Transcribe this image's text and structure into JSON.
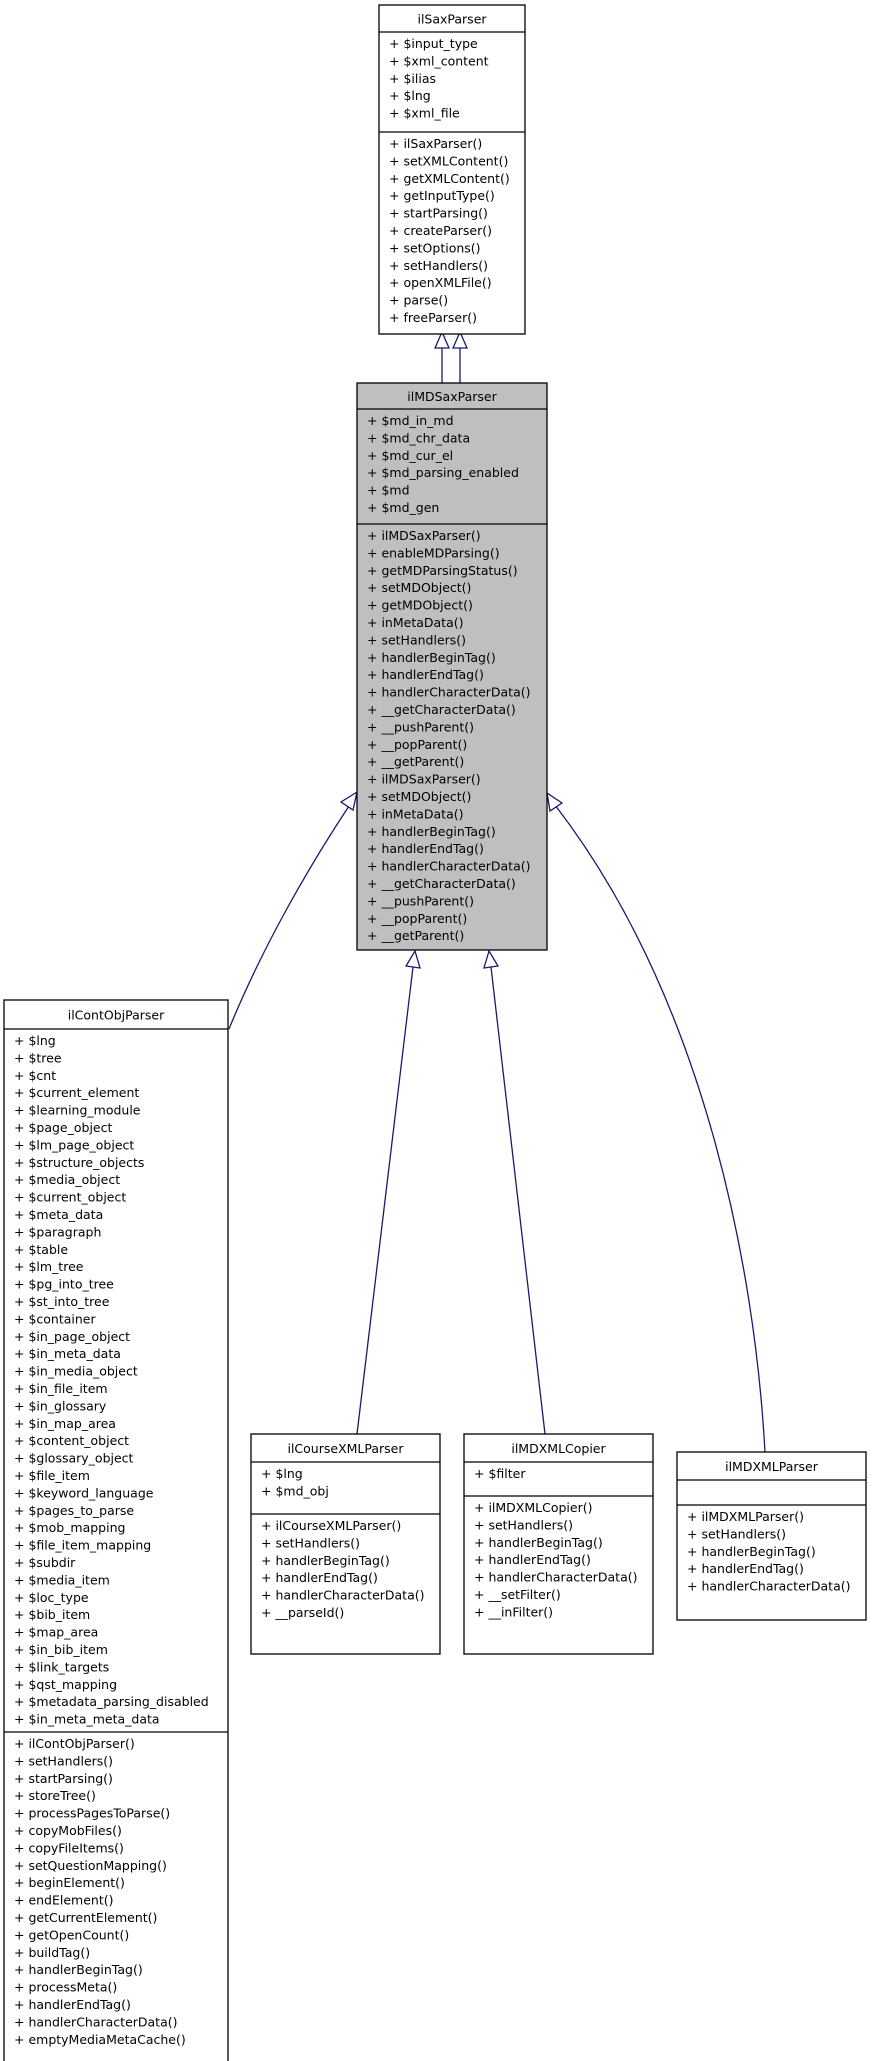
{
  "classes": {
    "ilSaxParser": {
      "name": "ilSaxParser",
      "attributes": [
        "+ $input_type",
        "+ $xml_content",
        "+ $ilias",
        "+ $lng",
        "+ $xml_file"
      ],
      "methods": [
        "+ ilSaxParser()",
        "+ setXMLContent()",
        "+ getXMLContent()",
        "+ getInputType()",
        "+ startParsing()",
        "+ createParser()",
        "+ setOptions()",
        "+ setHandlers()",
        "+ openXMLFile()",
        "+ parse()",
        "+ freeParser()"
      ]
    },
    "ilMDSaxParser": {
      "name": "ilMDSaxParser",
      "attributes": [
        "+ $md_in_md",
        "+ $md_chr_data",
        "+ $md_cur_el",
        "+ $md_parsing_enabled",
        "+ $md",
        "+ $md_gen"
      ],
      "methods": [
        "+ ilMDSaxParser()",
        "+ enableMDParsing()",
        "+ getMDParsingStatus()",
        "+ setMDObject()",
        "+ getMDObject()",
        "+ inMetaData()",
        "+ setHandlers()",
        "+ handlerBeginTag()",
        "+ handlerEndTag()",
        "+ handlerCharacterData()",
        "+ __getCharacterData()",
        "+ __pushParent()",
        "+ __popParent()",
        "+ __getParent()",
        "+ ilMDSaxParser()",
        "+ setMDObject()",
        "+ inMetaData()",
        "+ handlerBeginTag()",
        "+ handlerEndTag()",
        "+ handlerCharacterData()",
        "+ __getCharacterData()",
        "+ __pushParent()",
        "+ __popParent()",
        "+ __getParent()"
      ]
    },
    "ilContObjParser": {
      "name": "ilContObjParser",
      "attributes": [
        "+ $lng",
        "+ $tree",
        "+ $cnt",
        "+ $current_element",
        "+ $learning_module",
        "+ $page_object",
        "+ $lm_page_object",
        "+ $structure_objects",
        "+ $media_object",
        "+ $current_object",
        "+ $meta_data",
        "+ $paragraph",
        "+ $table",
        "+ $lm_tree",
        "+ $pg_into_tree",
        "+ $st_into_tree",
        "+ $container",
        "+ $in_page_object",
        "+ $in_meta_data",
        "+ $in_media_object",
        "+ $in_file_item",
        "+ $in_glossary",
        "+ $in_map_area",
        "+ $content_object",
        "+ $glossary_object",
        "+ $file_item",
        "+ $keyword_language",
        "+ $pages_to_parse",
        "+ $mob_mapping",
        "+ $file_item_mapping",
        "+ $subdir",
        "+ $media_item",
        "+ $loc_type",
        "+ $bib_item",
        "+ $map_area",
        "+ $in_bib_item",
        "+ $link_targets",
        "+ $qst_mapping",
        "+ $metadata_parsing_disabled",
        "+ $in_meta_meta_data"
      ],
      "methods": [
        "+ ilContObjParser()",
        "+ setHandlers()",
        "+ startParsing()",
        "+ storeTree()",
        "+ processPagesToParse()",
        "+ copyMobFiles()",
        "+ copyFileItems()",
        "+ setQuestionMapping()",
        "+ beginElement()",
        "+ endElement()",
        "+ getCurrentElement()",
        "+ getOpenCount()",
        "+ buildTag()",
        "+ handlerBeginTag()",
        "+ processMeta()",
        "+ handlerEndTag()",
        "+ handlerCharacterData()",
        "+ emptyMediaMetaCache()"
      ]
    },
    "ilCourseXMLParser": {
      "name": "ilCourseXMLParser",
      "attributes": [
        "+ $lng",
        "+ $md_obj"
      ],
      "methods": [
        "+ ilCourseXMLParser()",
        "+ setHandlers()",
        "+ handlerBeginTag()",
        "+ handlerEndTag()",
        "+ handlerCharacterData()",
        "+ __parseId()"
      ]
    },
    "ilMDXMLCopier": {
      "name": "ilMDXMLCopier",
      "attributes": [
        "+ $filter"
      ],
      "methods": [
        "+ ilMDXMLCopier()",
        "+ setHandlers()",
        "+ handlerBeginTag()",
        "+ handlerEndTag()",
        "+ handlerCharacterData()",
        "+ __setFilter()",
        "+ __inFilter()"
      ]
    },
    "ilMDXMLParser": {
      "name": "ilMDXMLParser",
      "attributes": [],
      "methods": [
        "+ ilMDXMLParser()",
        "+ setHandlers()",
        "+ handlerBeginTag()",
        "+ handlerEndTag()",
        "+ handlerCharacterData()"
      ]
    }
  }
}
